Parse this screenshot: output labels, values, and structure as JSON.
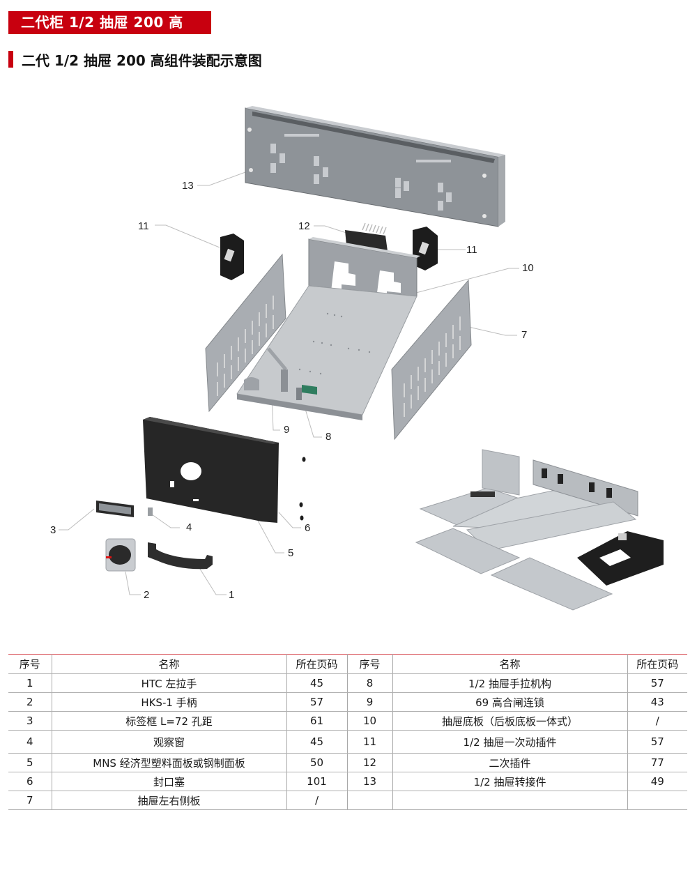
{
  "banner": {
    "title": "二代柜 1/2 抽屉 200 高"
  },
  "section": {
    "title": "二代 1/2 抽屉 200 高组件装配示意图"
  },
  "diagram": {
    "callouts": [
      "1",
      "2",
      "3",
      "4",
      "5",
      "6",
      "7",
      "8",
      "9",
      "10",
      "11",
      "11",
      "12",
      "13"
    ],
    "colors": {
      "accent": "#c8000f",
      "steel": "#a9adb2",
      "steel_dark": "#7d8287",
      "panel_black": "#2a2a2a",
      "connector_green": "#2f7d5f"
    }
  },
  "table": {
    "headers": [
      "序号",
      "名称",
      "所在页码",
      "序号",
      "名称",
      "所在页码"
    ],
    "rows": [
      {
        "left": {
          "no": "1",
          "name": "HTC 左拉手",
          "page": "45"
        },
        "right": {
          "no": "8",
          "name": "1/2 抽屉手拉机构",
          "page": "57"
        }
      },
      {
        "left": {
          "no": "2",
          "name": "HKS-1 手柄",
          "page": "57"
        },
        "right": {
          "no": "9",
          "name": "69 高合闸连锁",
          "page": "43"
        }
      },
      {
        "left": {
          "no": "3",
          "name": "标签框 L=72 孔距",
          "page": "61"
        },
        "right": {
          "no": "10",
          "name": "抽屉底板（后板底板一体式）",
          "page": "/"
        }
      },
      {
        "left": {
          "no": "4",
          "name": "观察窗",
          "page": "45"
        },
        "right": {
          "no": "11",
          "name": "1/2 抽屉一次动插件",
          "page": "57"
        }
      },
      {
        "left": {
          "no": "5",
          "name": "MNS 经济型塑料面板或钢制面板",
          "page": "50"
        },
        "right": {
          "no": "12",
          "name": "二次插件",
          "page": "77"
        }
      },
      {
        "left": {
          "no": "6",
          "name": "封口塞",
          "page": "101"
        },
        "right": {
          "no": "13",
          "name": "1/2 抽屉转接件",
          "page": "49"
        }
      },
      {
        "left": {
          "no": "7",
          "name": "抽屉左右侧板",
          "page": "/"
        },
        "right": {
          "no": "",
          "name": "",
          "page": ""
        }
      }
    ]
  }
}
